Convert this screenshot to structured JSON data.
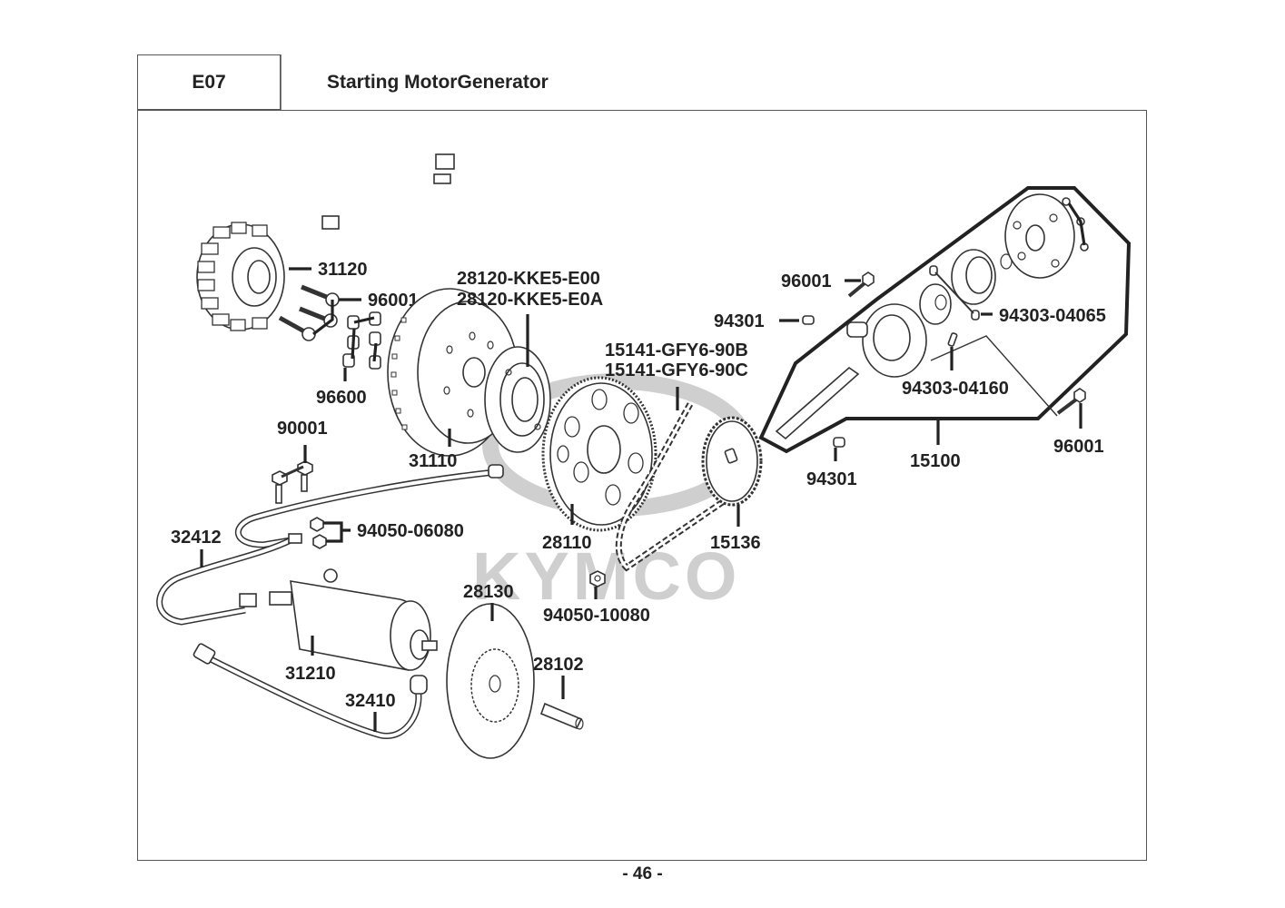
{
  "header": {
    "section_code": "E07",
    "title": "Starting MotorGenerator"
  },
  "watermark": {
    "brand": "KYMCO",
    "color": "#cfcfcf"
  },
  "callouts": {
    "stator": "31120",
    "stator_bolt": "96001",
    "flywheel_bolt": "96600",
    "starter_clutch_a": "28120-KKE5-E00",
    "starter_clutch_b": "28120-KKE5-E0A",
    "flywheel": "31110",
    "bolt_90001": "90001",
    "nut_94050_06080": "94050-06080",
    "cable_32412": "32412",
    "starter_motor": "31210",
    "cable_32410": "32410",
    "reduction_gear": "28130",
    "shaft_28102": "28102",
    "driven_gear": "28110",
    "chain_a": "15141-GFY6-90B",
    "chain_b": "15141-GFY6-90C",
    "sprocket": "15136",
    "nut_94050_10080": "94050-10080",
    "pump_bolt_top": "96001",
    "pin_94301_top": "94301",
    "pin_94303_04065": "94303-04065",
    "pin_94303_04160": "94303-04160",
    "pump_bolt_bottom": "96001",
    "pin_94301_bottom": "94301",
    "oil_pump_assy": "15100"
  },
  "footer": {
    "page_number": "- 46 -"
  }
}
